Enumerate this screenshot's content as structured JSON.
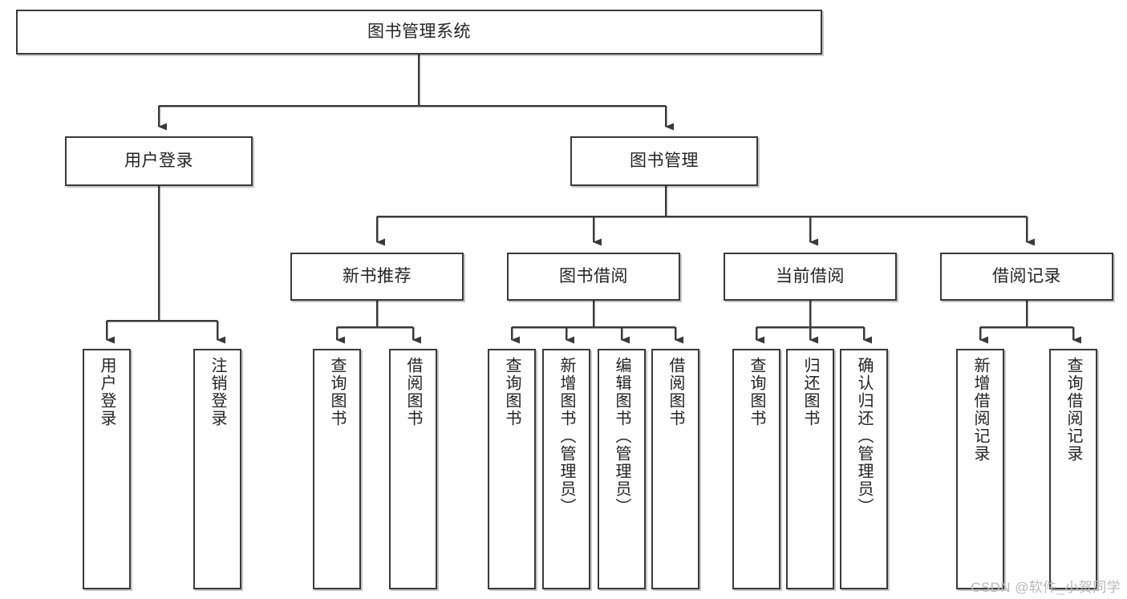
{
  "diagram": {
    "type": "tree",
    "title": "图书管理系统",
    "orientation": "top-down",
    "root": {
      "id": "root",
      "label": "图书管理系统"
    },
    "level2": [
      {
        "id": "user-login",
        "label": "用户登录"
      },
      {
        "id": "book-management",
        "label": "图书管理"
      }
    ],
    "level3": [
      {
        "id": "new-book-recommend",
        "label": "新书推荐",
        "parent": "book-management"
      },
      {
        "id": "book-borrow",
        "label": "图书借阅",
        "parent": "book-management"
      },
      {
        "id": "current-borrow",
        "label": "当前借阅",
        "parent": "book-management"
      },
      {
        "id": "borrow-record",
        "label": "借阅记录",
        "parent": "book-management"
      }
    ],
    "leaves": {
      "user-login": [
        {
          "id": "leaf-user-login",
          "label": "用户登录"
        },
        {
          "id": "leaf-user-logout",
          "label": "注销登录"
        }
      ],
      "new-book-recommend": [
        {
          "id": "leaf-query-book-1",
          "label": "查询图书"
        },
        {
          "id": "leaf-borrow-book-1",
          "label": "借阅图书"
        }
      ],
      "book-borrow": [
        {
          "id": "leaf-query-book-2",
          "label": "查询图书"
        },
        {
          "id": "leaf-add-book",
          "label": "新增图书（管理员）"
        },
        {
          "id": "leaf-edit-book",
          "label": "编辑图书（管理员）"
        },
        {
          "id": "leaf-borrow-book-2",
          "label": "借阅图书"
        }
      ],
      "current-borrow": [
        {
          "id": "leaf-query-book-3",
          "label": "查询图书"
        },
        {
          "id": "leaf-return-book",
          "label": "归还图书"
        },
        {
          "id": "leaf-confirm-return",
          "label": "确认归还（管理员）"
        }
      ],
      "borrow-record": [
        {
          "id": "leaf-add-record",
          "label": "新增借阅记录"
        },
        {
          "id": "leaf-query-record",
          "label": "查询借阅记录"
        }
      ]
    }
  },
  "watermark": {
    "text": "CSDN @软件_小贺同学"
  },
  "colors": {
    "stroke": "#3a3a3a",
    "text": "#232323",
    "background": "#ffffff",
    "watermark": "#b9b9b9"
  }
}
